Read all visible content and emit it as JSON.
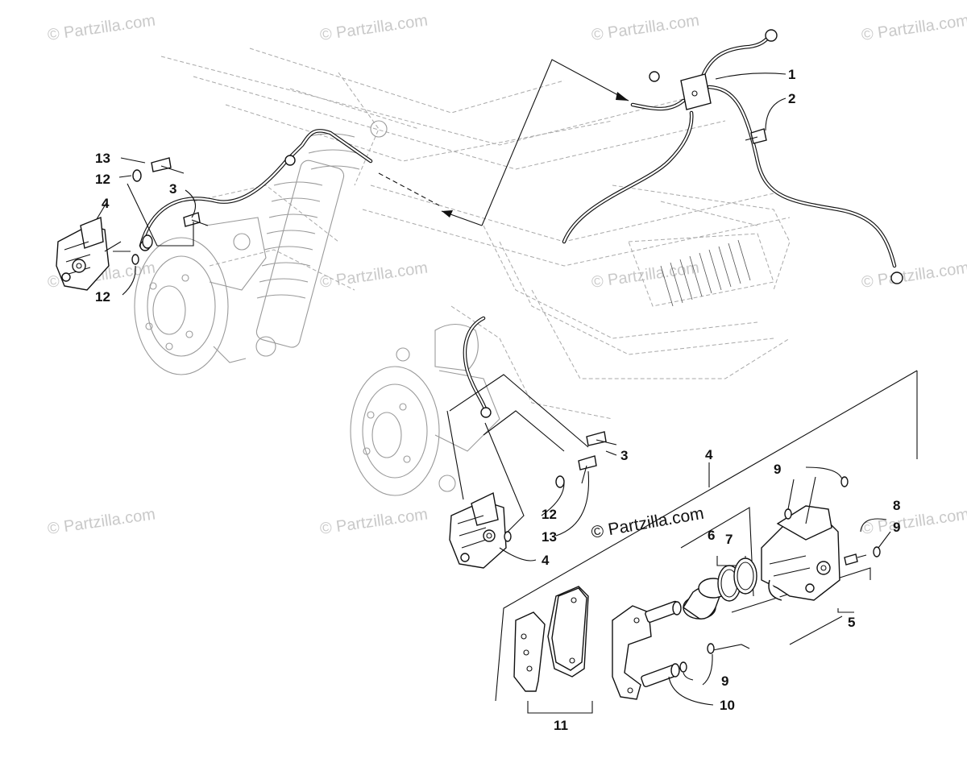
{
  "watermarks": {
    "top_1": "© Partzilla.com",
    "top_2": "© Partzilla.com",
    "top_3": "© Partzilla.com",
    "top_4": "© Partzilla.com",
    "mid_1": "© Partzilla.com",
    "mid_2": "© Partzilla.com",
    "mid_3": "© Partzilla.com",
    "mid_4": "© Partzilla.com",
    "low_1": "© Partzilla.com",
    "low_2": "© Partzilla.com",
    "low_3": "© Partzilla.com",
    "center": "© Partzilla.com"
  },
  "callouts": {
    "c1": "1",
    "c2": "2",
    "c3_left": "3",
    "c3_right": "3",
    "c4_left": "4",
    "c4_center": "4",
    "c4_top": "4",
    "c5": "5",
    "c6": "6",
    "c7": "7",
    "c8": "8",
    "c9_top": "9",
    "c9_right": "9",
    "c9_bottom": "9",
    "c10": "10",
    "c11": "11",
    "c12_top": "12",
    "c12_bottom": "12",
    "c12_center": "12",
    "c13_left": "13",
    "c13_center": "13"
  }
}
